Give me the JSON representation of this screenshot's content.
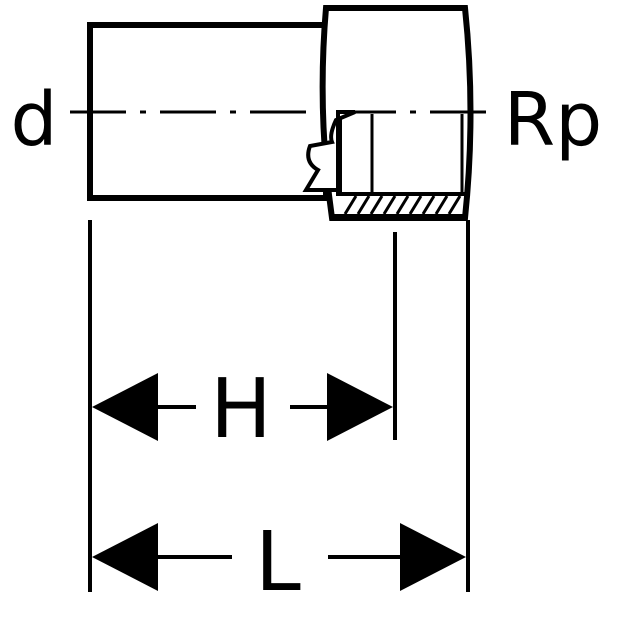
{
  "labels": {
    "outer_diameter": "d",
    "thread": "Rp",
    "insertion_depth": "H",
    "overall_length": "L"
  },
  "colors": {
    "ink": "#000000",
    "paper": "#ffffff"
  }
}
